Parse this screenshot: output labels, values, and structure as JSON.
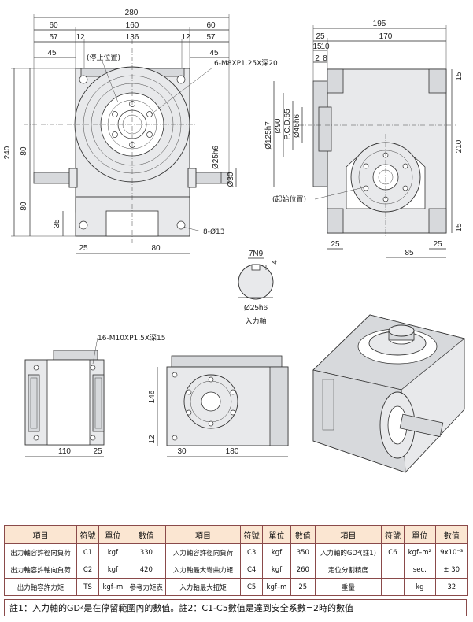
{
  "front_view": {
    "dims_top": [
      "280",
      "60",
      "160",
      "60",
      "57",
      "12",
      "136",
      "12",
      "57",
      "45",
      "45"
    ],
    "stop_position": "(停止位置)",
    "tap_callout": "6-M8XP1.25X深20",
    "dims_left": [
      "240",
      "80",
      "80",
      "35"
    ],
    "dims_right": [
      "Ø25h6",
      "Ø30"
    ],
    "dims_bottom": [
      "25",
      "80"
    ],
    "hole_callout": "8-Ø13"
  },
  "side_view": {
    "dims_top": [
      "195",
      "25",
      "170",
      "15",
      "10",
      "2",
      "8"
    ],
    "dims_left": [
      "Ø125h7",
      "Ø90",
      "P.C.D.65",
      "Ø45h6"
    ],
    "dims_right": [
      "15",
      "210",
      "15"
    ],
    "start_position": "(起始位置)",
    "dims_bottom": [
      "25",
      "25",
      "85"
    ]
  },
  "shaft_detail": {
    "keyway": "7N9",
    "key_depth": "4",
    "diameter": "Ø25h6",
    "caption": "入力軸"
  },
  "bottom_view": {
    "tap_callout": "16-M10XP1.5X深15",
    "dims_bottom": [
      "110",
      "25"
    ]
  },
  "rear_view": {
    "dims_left": [
      "146",
      "12"
    ],
    "dims_bottom": [
      "30",
      "180"
    ]
  },
  "spec_table": {
    "headers": [
      "項目",
      "符號",
      "單位",
      "數值",
      "項目",
      "符號",
      "單位",
      "數值",
      "項目",
      "符號",
      "單位",
      "數值"
    ],
    "rows": [
      [
        "出力軸容許徑向負荷",
        "C1",
        "kgf",
        "330",
        "入力軸容許徑向負荷",
        "C3",
        "kgf",
        "350",
        "入力軸的GD²(註1)",
        "C6",
        "kgf–m²",
        "9x10⁻³"
      ],
      [
        "出力軸容許軸向負荷",
        "C2",
        "kgf",
        "420",
        "入力軸最大彎曲力矩",
        "C4",
        "kgf",
        "260",
        "定位分割精度",
        "",
        "sec.",
        "± 30"
      ],
      [
        "出力軸容許力矩",
        "TS",
        "kgf–m",
        "參考力矩表",
        "入力軸最大扭矩",
        "C5",
        "kgf–m",
        "25",
        "重量",
        "",
        "kg",
        "32"
      ]
    ],
    "note": "註1：入力軸的GD²是在停留範圍內的數值。註2：C1-C5數值是達到安全系數=2時的數值"
  }
}
